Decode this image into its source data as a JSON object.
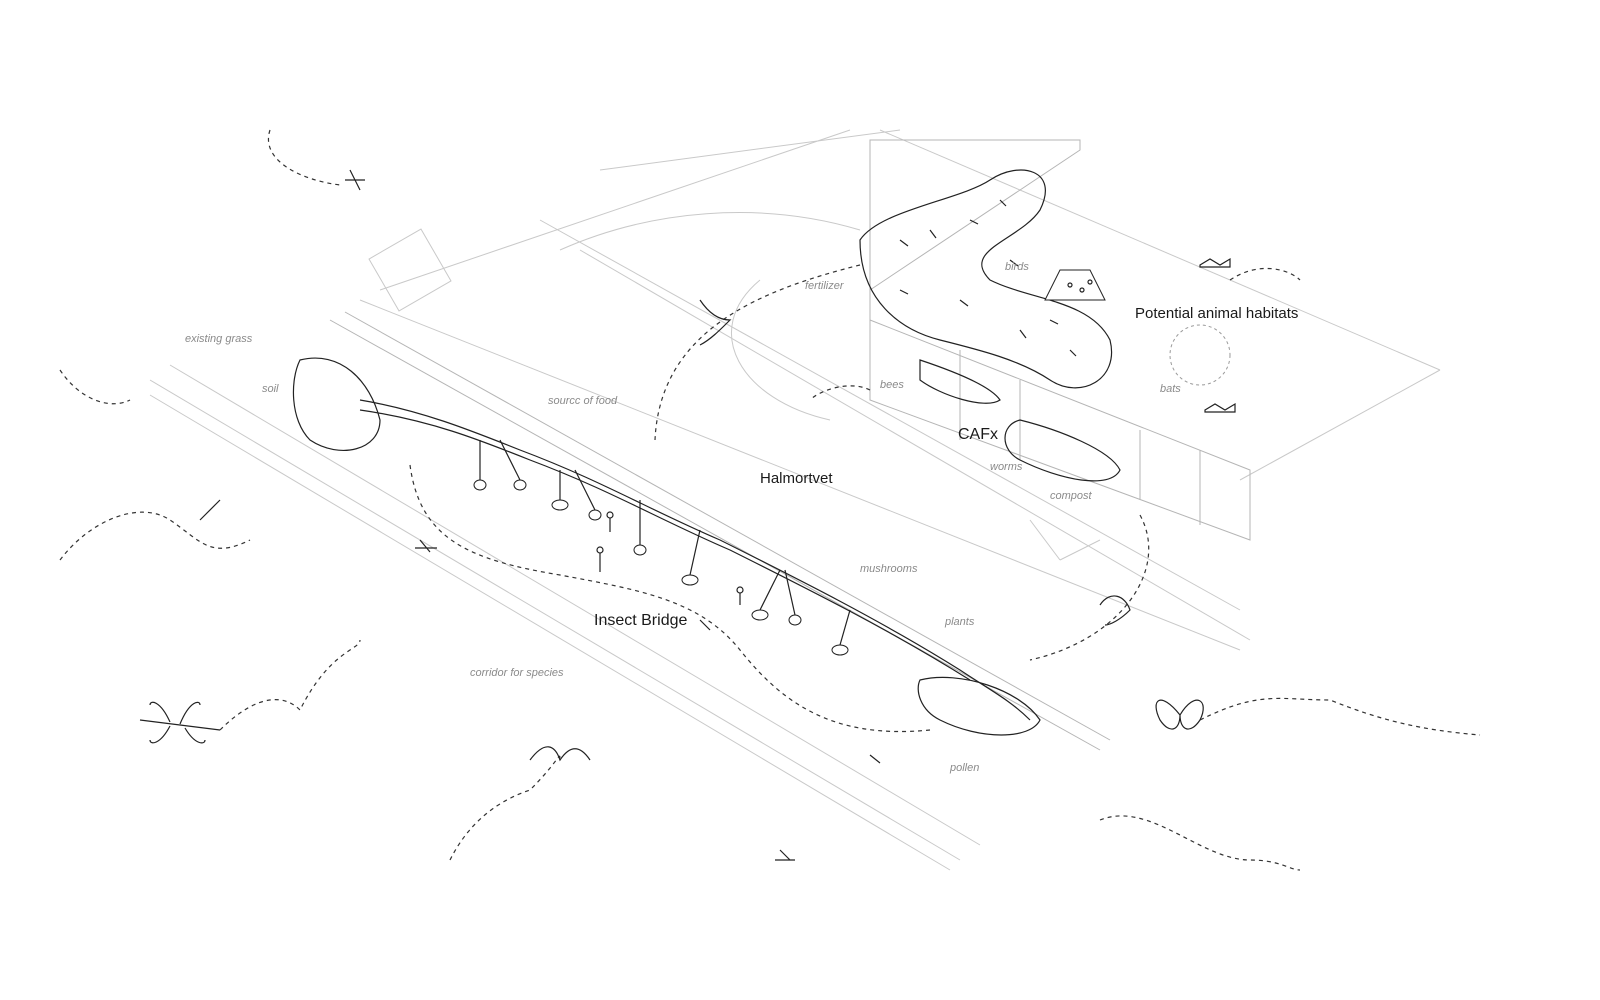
{
  "labels": {
    "existing_grass": "existing grass",
    "soil": "soil",
    "source_of_food": "sourcc of food",
    "fertilizer": "fertilizer",
    "birds": "birds",
    "potential_animal_habitats": "Potential animal habitats",
    "bees": "bees",
    "bats": "bats",
    "cafx": "CAFx",
    "halmortvet": "Halmortvet",
    "worms": "worms",
    "compost": "compost",
    "mushrooms": "mushrooms",
    "plants": "plants",
    "insect_bridge": "Insect Bridge",
    "corridor_for_species": "corridor for species",
    "pollen": "pollen"
  },
  "colors": {
    "ink": "#222222",
    "site_lines": "#c9c9c9",
    "annotation": "#8a8a8a"
  }
}
